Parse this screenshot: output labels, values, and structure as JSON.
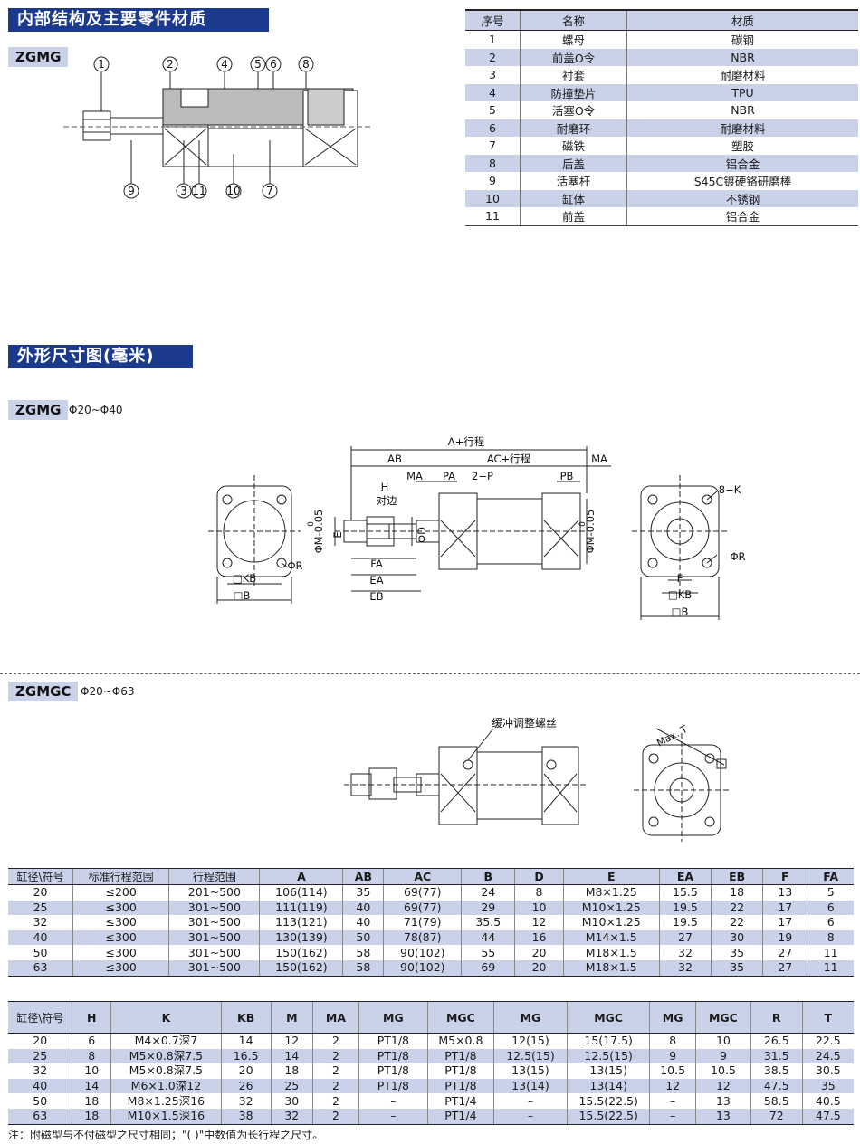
{
  "section1": {
    "title": "内部结构及主要零件材质",
    "model": "ZGMG"
  },
  "callouts_top": [
    "1",
    "2",
    "4",
    "5",
    "6",
    "8"
  ],
  "callouts_bottom": [
    "9",
    "3",
    "11",
    "10",
    "7"
  ],
  "materials": {
    "headers": [
      "序号",
      "名称",
      "材质"
    ],
    "rows": [
      [
        "1",
        "螺母",
        "碳钢"
      ],
      [
        "2",
        "前盖O令",
        "NBR"
      ],
      [
        "3",
        "衬套",
        "耐磨材料"
      ],
      [
        "4",
        "防撞垫片",
        "TPU"
      ],
      [
        "5",
        "活塞O令",
        "NBR"
      ],
      [
        "6",
        "耐磨环",
        "耐磨材料"
      ],
      [
        "7",
        "磁铁",
        "塑胶"
      ],
      [
        "8",
        "后盖",
        "铝合金"
      ],
      [
        "9",
        "活塞杆",
        "S45C镀硬铬研磨棒"
      ],
      [
        "10",
        "缸体",
        "不锈钢"
      ],
      [
        "11",
        "前盖",
        "铝合金"
      ]
    ]
  },
  "section2": {
    "title": "外形尺寸图(毫米)"
  },
  "zgmg": {
    "model": "ZGMG",
    "range": "Φ20~Φ40",
    "labels": {
      "a_stroke": "A+行程",
      "ab": "AB",
      "ac_stroke": "AC+行程",
      "ma": "MA",
      "ma2": "MA",
      "pa": "PA",
      "p2": "2−P",
      "pb": "PB",
      "h": "H",
      "duibian": "对边",
      "e": "E",
      "phid": "ΦD",
      "fa": "FA",
      "ea": "EA",
      "eb": "EB",
      "phim": "ΦM-0.05",
      "phim2": "ΦM-0.05",
      "zero": "0",
      "zero2": "0",
      "kb": "□KB",
      "b": "□B",
      "r": "ΦR",
      "k8": "8−K",
      "r2": "ΦR",
      "f": "F",
      "kb2": "□KB",
      "b2": "□B"
    }
  },
  "zgmgc": {
    "model": "ZGMGC",
    "range": "Φ20~Φ63",
    "cushion_label": "缓冲调整螺丝",
    "max_t": "Max. T"
  },
  "dims1": {
    "headers": [
      "缸径\\符号",
      "标准行程范围",
      "行程范围",
      "A",
      "AB",
      "AC",
      "B",
      "D",
      "E",
      "EA",
      "EB",
      "F",
      "FA"
    ],
    "rows": [
      [
        "20",
        "≤200",
        "201~500",
        "106(114)",
        "35",
        "69(77)",
        "24",
        "8",
        "M8×1.25",
        "15.5",
        "18",
        "13",
        "5"
      ],
      [
        "25",
        "≤300",
        "301~500",
        "111(119)",
        "40",
        "69(77)",
        "29",
        "10",
        "M10×1.25",
        "19.5",
        "22",
        "17",
        "6"
      ],
      [
        "32",
        "≤300",
        "301~500",
        "113(121)",
        "40",
        "71(79)",
        "35.5",
        "12",
        "M10×1.25",
        "19.5",
        "22",
        "17",
        "6"
      ],
      [
        "40",
        "≤300",
        "301~500",
        "130(139)",
        "50",
        "78(87)",
        "44",
        "16",
        "M14×1.5",
        "27",
        "30",
        "19",
        "8"
      ],
      [
        "50",
        "≤300",
        "301~500",
        "150(162)",
        "58",
        "90(102)",
        "55",
        "20",
        "M18×1.5",
        "32",
        "35",
        "27",
        "11"
      ],
      [
        "63",
        "≤300",
        "301~500",
        "150(162)",
        "58",
        "90(102)",
        "69",
        "20",
        "M18×1.5",
        "32",
        "35",
        "27",
        "11"
      ]
    ]
  },
  "dims2": {
    "headers": [
      "缸径\\符号",
      "H",
      "K",
      "KB",
      "M",
      "MA",
      "MG",
      "MGC",
      "MG",
      "MGC",
      "MG",
      "MGC",
      "R",
      "T"
    ],
    "rows": [
      [
        "20",
        "6",
        "M4×0.7深7",
        "14",
        "12",
        "2",
        "PT1/8",
        "M5×0.8",
        "12(15)",
        "15(17.5)",
        "8",
        "10",
        "26.5",
        "22.5"
      ],
      [
        "25",
        "8",
        "M5×0.8深7.5",
        "16.5",
        "14",
        "2",
        "PT1/8",
        "PT1/8",
        "12.5(15)",
        "12.5(15)",
        "9",
        "9",
        "31.5",
        "24.5"
      ],
      [
        "32",
        "10",
        "M5×0.8深7.5",
        "20",
        "18",
        "2",
        "PT1/8",
        "PT1/8",
        "13(15)",
        "13(15)",
        "10.5",
        "10.5",
        "38.5",
        "30.5"
      ],
      [
        "40",
        "14",
        "M6×1.0深12",
        "26",
        "25",
        "2",
        "PT1/8",
        "PT1/8",
        "13(14)",
        "13(14)",
        "12",
        "12",
        "47.5",
        "35"
      ],
      [
        "50",
        "18",
        "M8×1.25深16",
        "32",
        "30",
        "2",
        "–",
        "PT1/4",
        "–",
        "15.5(22.5)",
        "–",
        "13",
        "58.5",
        "40.5"
      ],
      [
        "63",
        "18",
        "M10×1.5深16",
        "38",
        "32",
        "2",
        "–",
        "PT1/4",
        "–",
        "15.5(22.5)",
        "–",
        "13",
        "72",
        "47.5"
      ]
    ]
  },
  "note": "注：附磁型与不付磁型之尺寸相同；\"( )\"中数值为长行程之尺寸。",
  "colors": {
    "accent": "#1b3a8c",
    "shade": "#c9d2e8"
  }
}
